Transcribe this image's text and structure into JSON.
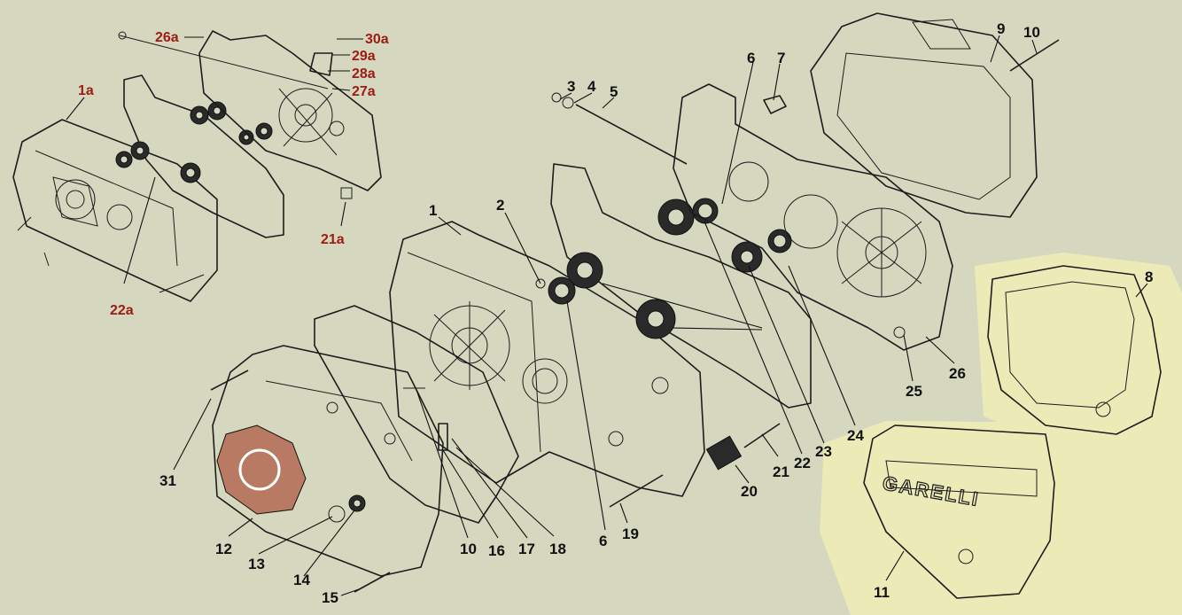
{
  "logo_text": "GARELLI",
  "labels": {
    "l1a": "1a",
    "l22a": "22a",
    "l26a": "26a",
    "l30a": "30a",
    "l29a": "29a",
    "l28a": "28a",
    "l27a": "27a",
    "l21a": "21a",
    "l1": "1",
    "l2": "2",
    "l3": "3",
    "l4": "4",
    "l5": "5",
    "l6top": "6",
    "l7": "7",
    "l9": "9",
    "l10top": "10",
    "l8": "8",
    "l26": "26",
    "l25": "25",
    "l24": "24",
    "l23": "23",
    "l22": "22",
    "l21": "21",
    "l20": "20",
    "l19": "19",
    "l6bot": "6",
    "l18": "18",
    "l17": "17",
    "l16": "16",
    "l10bot": "10",
    "l31": "31",
    "l12": "12",
    "l13": "13",
    "l14": "14",
    "l15": "15",
    "l11": "11"
  },
  "colors": {
    "background": "#d6d7bf",
    "highlight": "#ecebb8",
    "ink": "#1c1c1c",
    "variant_label": "#9c1b12"
  }
}
